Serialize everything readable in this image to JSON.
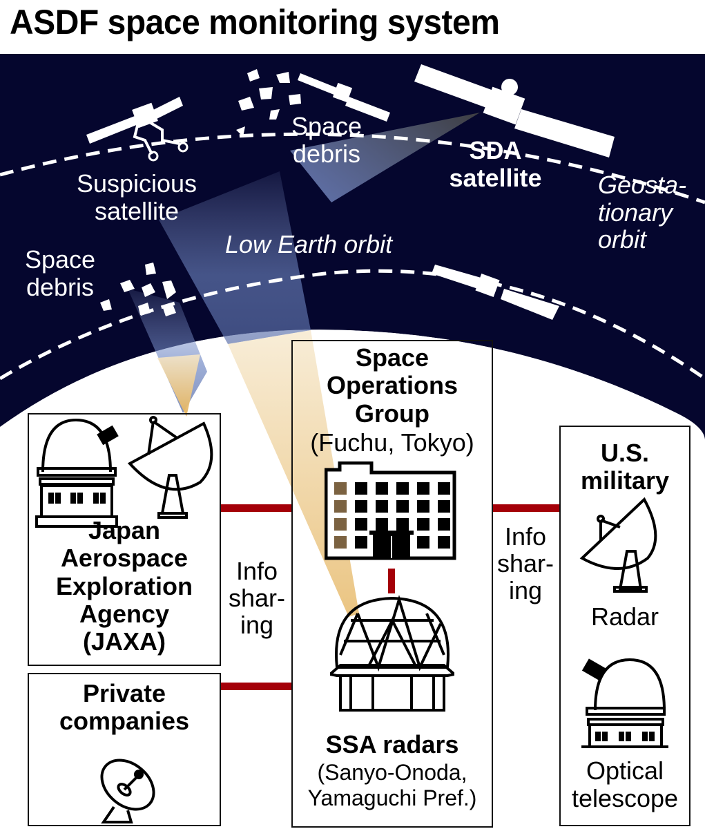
{
  "title": "ASDF space monitoring system",
  "space": {
    "labels": {
      "suspicious_satellite": [
        "Suspicious",
        "satellite"
      ],
      "space_debris_upper": [
        "Space",
        "debris"
      ],
      "sda_satellite": [
        "SDA",
        "satellite"
      ],
      "geostationary_orbit": [
        "Geosta-",
        "tionary",
        "orbit"
      ],
      "low_earth_orbit": "Low Earth orbit",
      "space_debris_lower": [
        "Space",
        "debris"
      ]
    }
  },
  "boxes": {
    "jaxa": {
      "name": [
        "Japan",
        "Aerospace",
        "Exploration",
        "Agency",
        "(JAXA)"
      ],
      "icons": [
        "optical-telescope-icon",
        "radar-dish-icon"
      ]
    },
    "private": {
      "name": [
        "Private",
        "companies"
      ],
      "icons": [
        "satellite-dish-icon"
      ]
    },
    "space_ops": {
      "name": [
        "Space",
        "Operations",
        "Group"
      ],
      "location": "(Fuchu, Tokyo)",
      "icons": [
        "office-building-icon"
      ]
    },
    "ssa": {
      "name": "SSA radars",
      "location": [
        "(Sanyo-Onoda,",
        "Yamaguchi Pref.)"
      ],
      "icons": [
        "radar-dome-icon"
      ]
    },
    "us_military": {
      "name": [
        "U.S.",
        "military"
      ],
      "radar_label": "Radar",
      "telescope_label": [
        "Optical",
        "telescope"
      ]
    }
  },
  "info_sharing_left": [
    "Info",
    "shar-",
    "ing"
  ],
  "info_sharing_right": [
    "Info",
    "shar-",
    "ing"
  ],
  "colors": {
    "space": "#05062e",
    "link": "#a40008",
    "beam_blue": "#6b7fb8",
    "beam_gold": "#e8b860"
  }
}
